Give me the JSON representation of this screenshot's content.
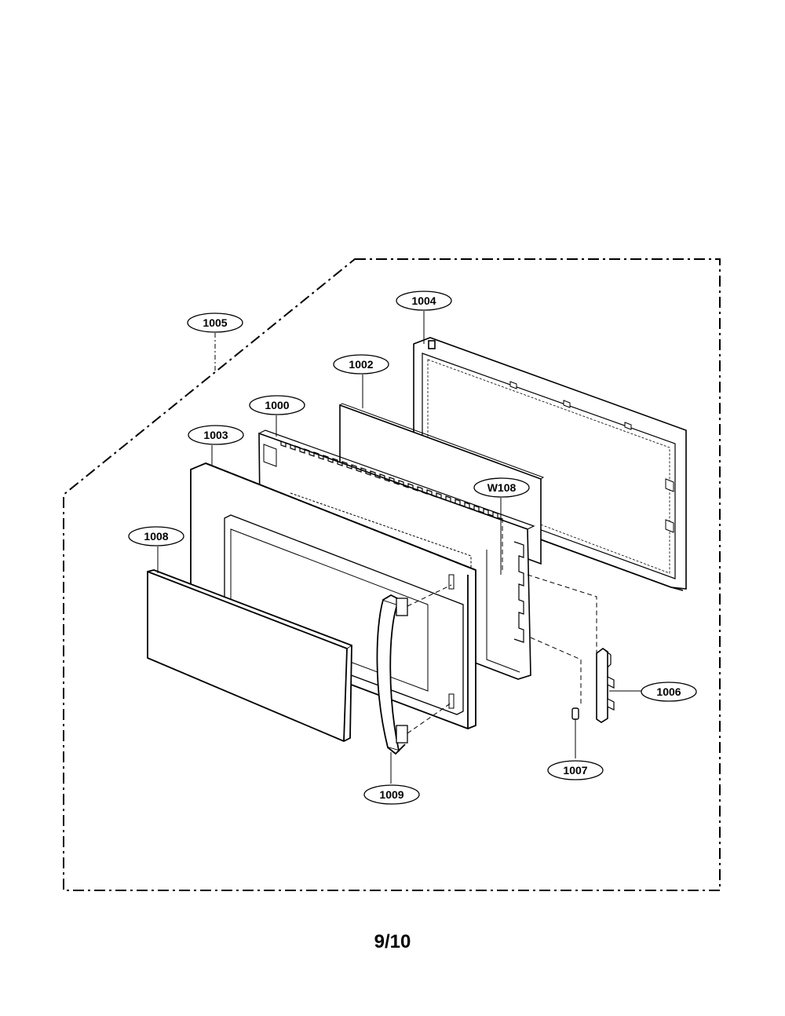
{
  "page_number": "9/10",
  "callouts": {
    "c1005": "1005",
    "c1004": "1004",
    "c1002": "1002",
    "c1000": "1000",
    "c1003": "1003",
    "c1008": "1008",
    "cW108": "W108",
    "c1006": "1006",
    "c1007": "1007",
    "c1009": "1009"
  }
}
